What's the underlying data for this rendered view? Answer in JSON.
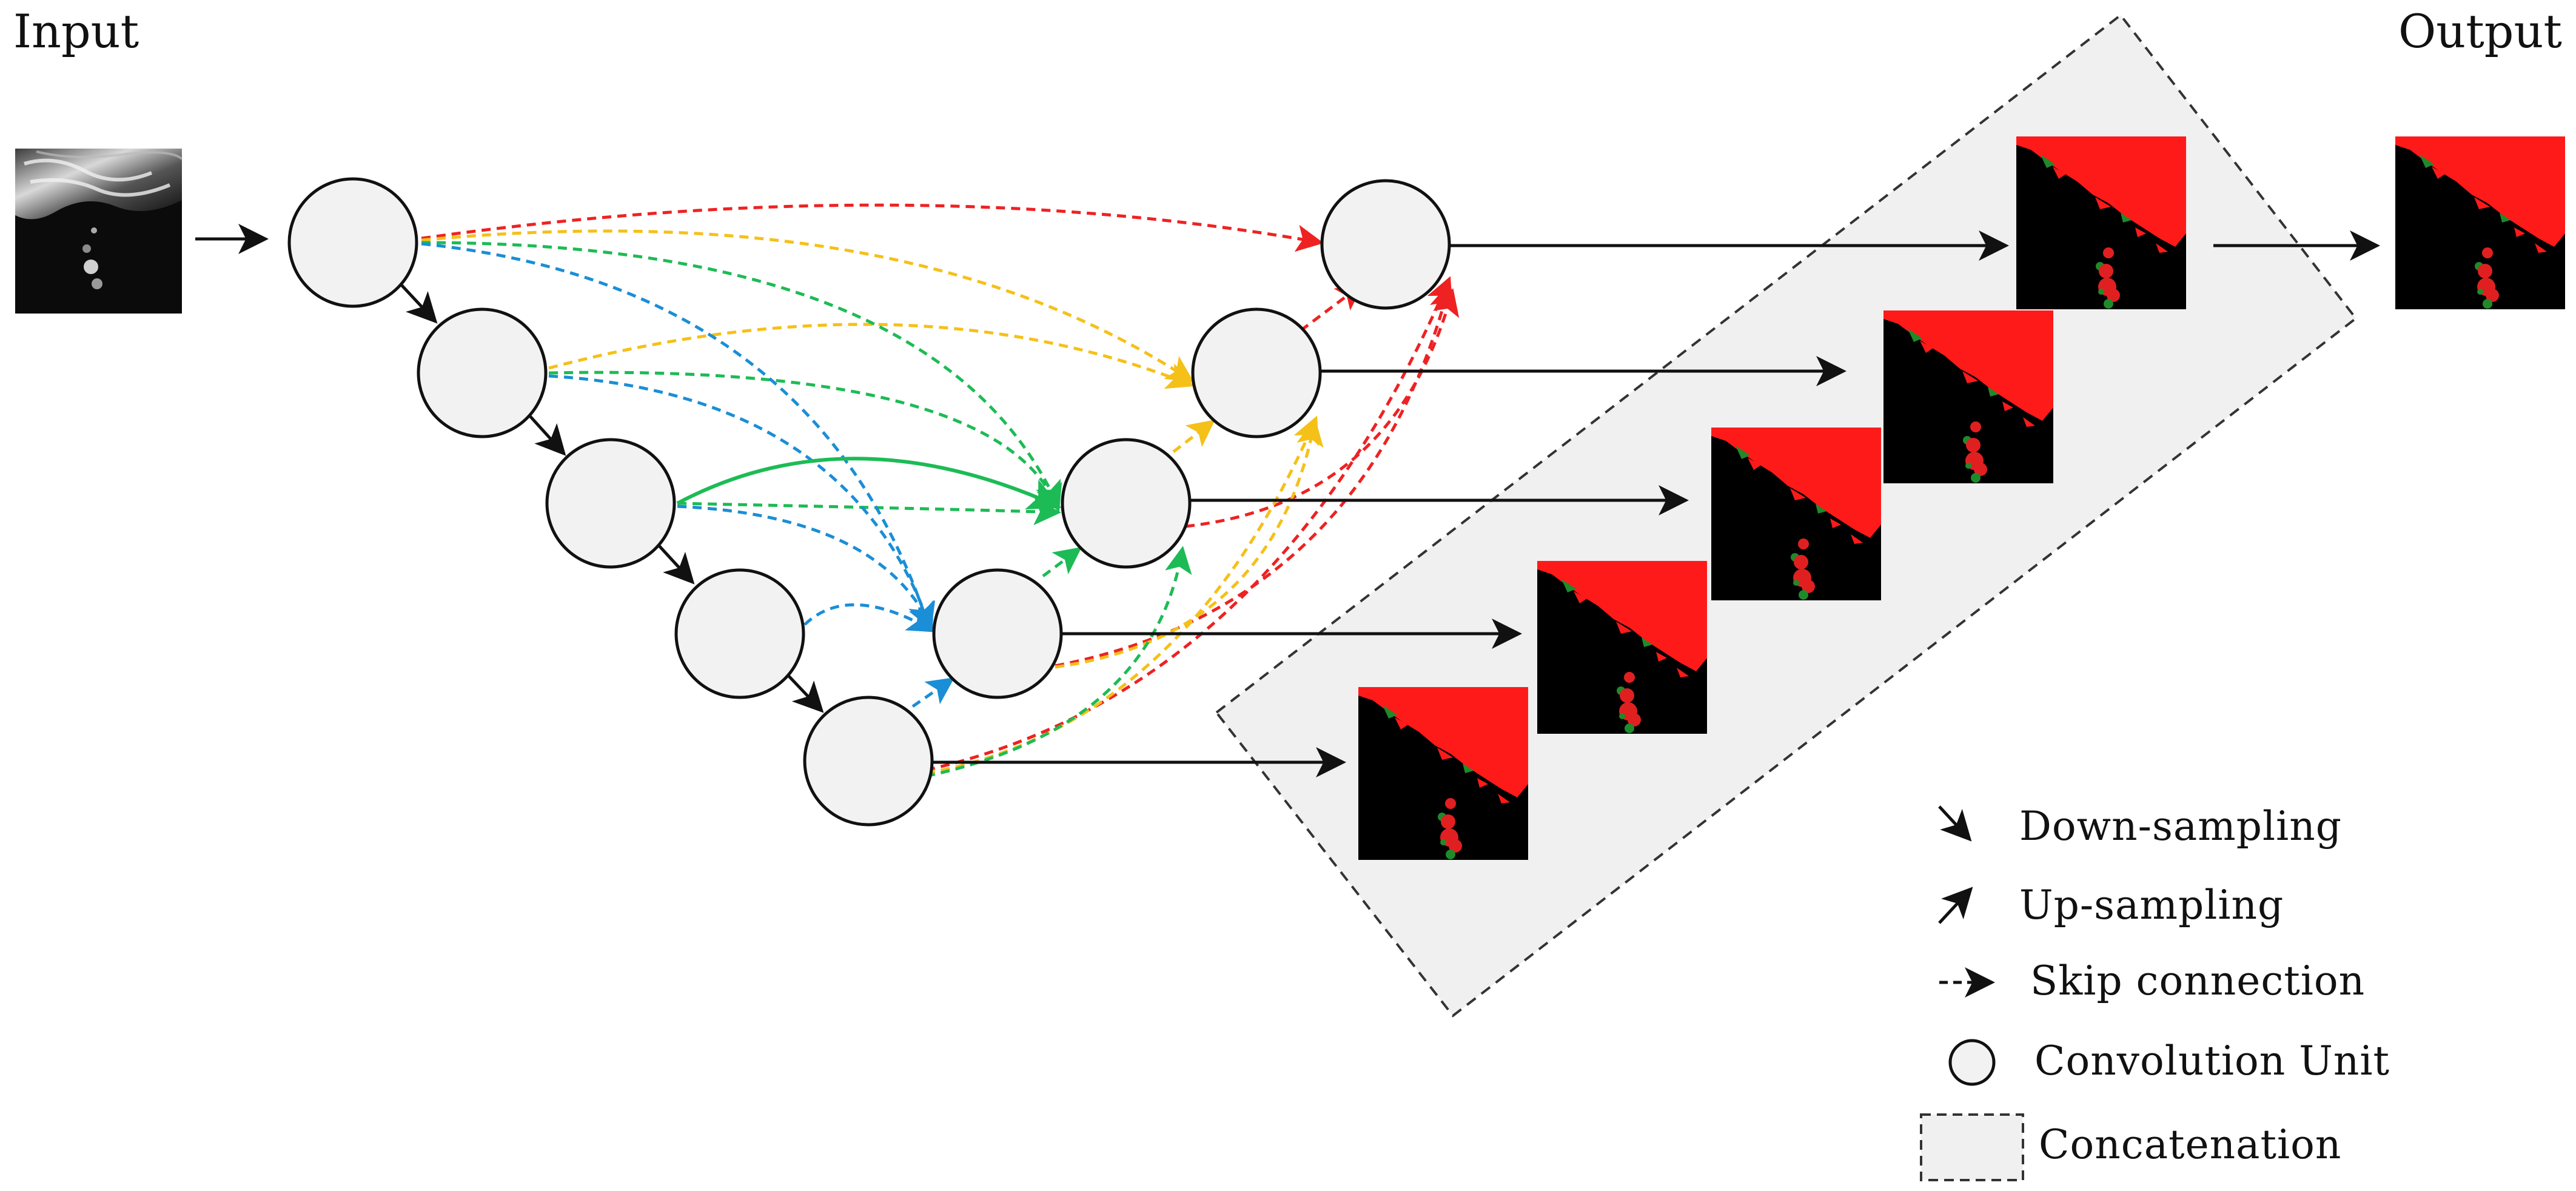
{
  "labels": {
    "input": "Input",
    "output": "Output"
  },
  "legend": {
    "down_sampling": "Down-sampling",
    "up_sampling": "Up-sampling",
    "skip_connection": "Skip connection",
    "convolution_unit": "Convolution Unit",
    "concatenation": "Concatenation"
  },
  "colors": {
    "red": "#ee2222",
    "yellow": "#f5c018",
    "green": "#1dbb55",
    "blue": "#1a8ed6",
    "node_fill": "#f2f2f2",
    "concat_fill": "#f0f0f0",
    "mask_foreground": "#ff1a1a",
    "mask_background": "#000000"
  },
  "icons": {
    "down_sampling": "diagonal-arrow-down-right",
    "up_sampling": "diagonal-arrow-up-right",
    "skip_connection": "dashed-arrow-right",
    "convolution_unit": "circle-outline",
    "concatenation": "dashed-rectangle-filled-gray"
  }
}
